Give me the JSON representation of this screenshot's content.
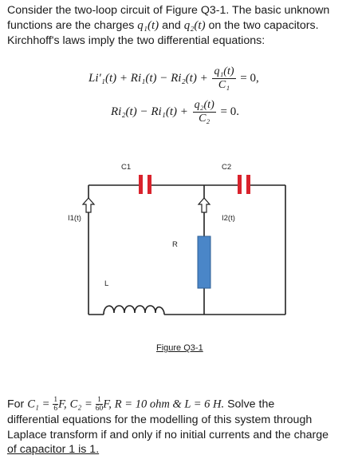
{
  "intro": {
    "l1": "Consider the two-loop circuit of Figure Q3-1. The basic unknown",
    "l2a": "functions are the charges ",
    "q1": "q₁(t)",
    "and": " and ",
    "q2": "q₂(t)",
    "l2b": " on the two capacitors.",
    "l3": "Kirchhoff's laws imply the two differential equations:"
  },
  "eq1": {
    "lhs": "Li′₁(t) + Ri₁(t) − Ri₂(t) +",
    "num": "q₁(t)",
    "den": "C₁",
    "rhs": "= 0,"
  },
  "eq2": {
    "lhs": "Ri₂(t) − Ri₁(t) +",
    "num": "q₂(t)",
    "den": "C₂",
    "rhs": "= 0."
  },
  "figure": {
    "c1": "C1",
    "c2": "C2",
    "i1": "I1(t)",
    "i2": "I2(t)",
    "r": "R",
    "l": "L",
    "caption": "Figure Q3-1",
    "capacitor_color": "#d9232d",
    "resistor_color": "#4a86c8"
  },
  "bottom": {
    "for": "For ",
    "c1": "C₁ =",
    "c1_num": "1",
    "c1_den": "6",
    "c1_unit": "F,",
    "c2": "C₂ =",
    "c2_num": "1",
    "c2_den": "60",
    "c2_unit": "F,",
    "rest_m": "R = 10 ohm  &  L = 6 H.",
    "solve": "  Solve the",
    "l2": "differential equations for the modelling of this system through",
    "l3": "Laplace transform if and only if no initial currents and the charge",
    "l4": "of capacitor 1 is 1."
  }
}
